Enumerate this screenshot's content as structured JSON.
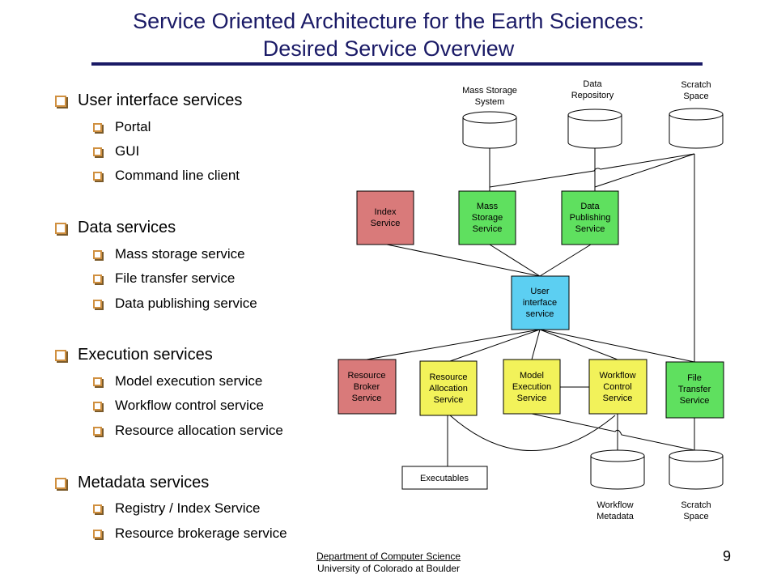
{
  "slide": {
    "title_line1": "Service Oriented Architecture for the Earth Sciences:",
    "title_line2": "Desired Service Overview"
  },
  "outline": [
    {
      "label": "User interface services",
      "children": [
        "Portal",
        "GUI",
        "Command line client"
      ]
    },
    {
      "label": "Data services",
      "children": [
        "Mass storage service",
        "File transfer service",
        "Data publishing service"
      ]
    },
    {
      "label": "Execution services",
      "children": [
        "Model execution service",
        "Workflow control service",
        "Resource allocation service"
      ]
    },
    {
      "label": "Metadata services",
      "children": [
        "Registry / Index Service",
        "Resource brokerage service"
      ]
    }
  ],
  "diagram": {
    "storages": {
      "mass_storage_system": [
        "Mass Storage",
        "System"
      ],
      "data_repository": [
        "Data",
        "Repository"
      ],
      "scratch_space_top": [
        "Scratch",
        "Space"
      ],
      "workflow_metadata": [
        "Workflow",
        "Metadata"
      ],
      "scratch_space_bottom": [
        "Scratch",
        "Space"
      ]
    },
    "services": {
      "index": [
        "Index",
        "Service"
      ],
      "mass_storage": [
        "Mass",
        "Storage",
        "Service"
      ],
      "data_publishing": [
        "Data",
        "Publishing",
        "Service"
      ],
      "user_interface": [
        "User",
        "interface",
        "service"
      ],
      "resource_broker": [
        "Resource",
        "Broker",
        "Service"
      ],
      "resource_allocation": [
        "Resource",
        "Allocation",
        "Service"
      ],
      "model_execution": [
        "Model",
        "Execution",
        "Service"
      ],
      "workflow_control": [
        "Workflow",
        "Control",
        "Service"
      ],
      "file_transfer": [
        "File",
        "Transfer",
        "Service"
      ]
    },
    "executables": "Executables",
    "colors": {
      "red": "#d97a7a",
      "green": "#5fe05f",
      "blue": "#5ccff2",
      "yellow": "#f2f25a"
    }
  },
  "footer": {
    "dept": "Department of Computer Science",
    "univ": "University of Colorado at Boulder",
    "page": "9"
  }
}
